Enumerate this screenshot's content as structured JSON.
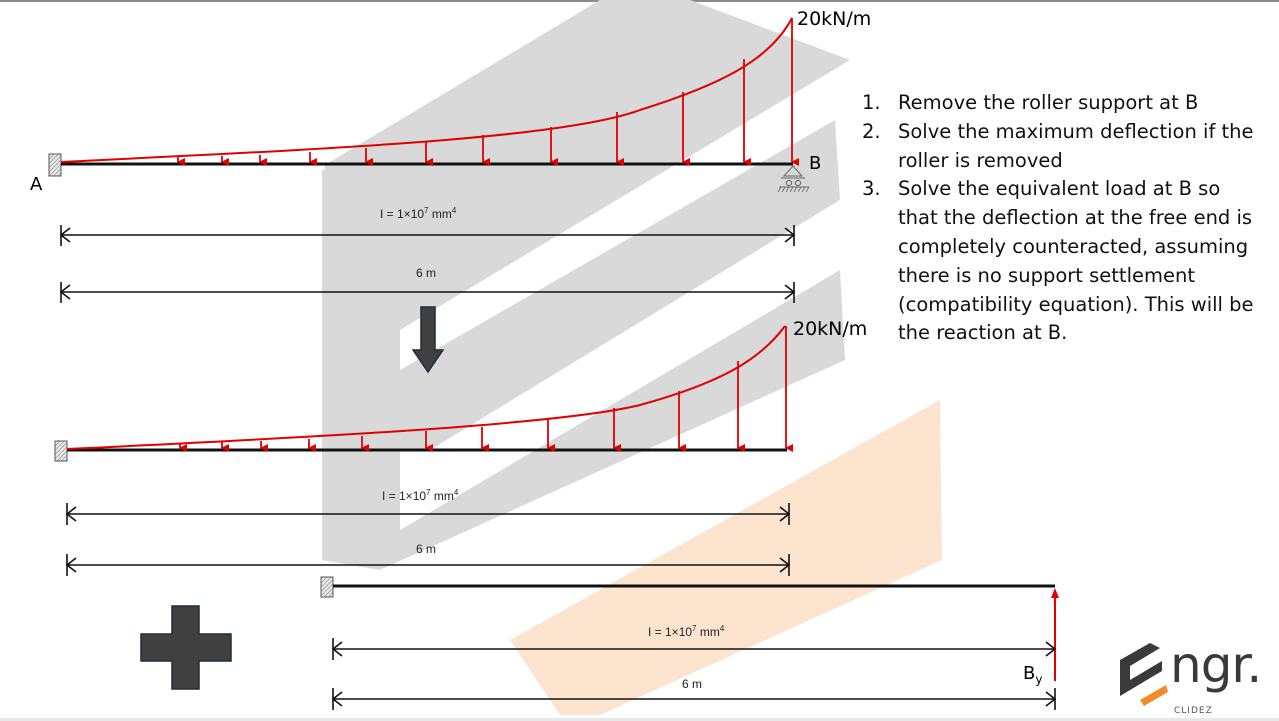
{
  "diagram": {
    "type": "structural-beam-superposition",
    "colors": {
      "load": "#e00000",
      "beam": "#111111",
      "watermark_gray": "#d9d9d9",
      "watermark_orange": "#fde4cf",
      "arrow_fill": "#404040",
      "arrow_border": "#1e2f3a",
      "logo_dark": "#3a3a3a",
      "logo_orange": "#f08a2a"
    },
    "top_beam": {
      "support_left_label": "A",
      "support_right_label": "B",
      "load_label": "20kN/m",
      "inertia_label": "I = 1×10",
      "inertia_exp": "7",
      "inertia_unit": " mm",
      "inertia_unit_exp": "4",
      "span_label": "6 m"
    },
    "middle_beam": {
      "load_label": "20kN/m",
      "inertia_label": "I = 1×10",
      "inertia_exp": "7",
      "inertia_unit": " mm",
      "inertia_unit_exp": "4",
      "span_label": "6 m"
    },
    "bottom_beam": {
      "reaction_label": "B",
      "reaction_sub": "y",
      "inertia_label": "I = 1×10",
      "inertia_exp": "7",
      "inertia_unit": " mm",
      "inertia_unit_exp": "4",
      "span_label": "6 m"
    },
    "operators": {
      "transform_arrow": "down-arrow-icon",
      "superposition": "plus-icon"
    }
  },
  "steps": [
    {
      "num": "1.",
      "text": "Remove the roller support at B"
    },
    {
      "num": "2.",
      "text": "Solve the maximum deflection if the roller is removed"
    },
    {
      "num": "3.",
      "text": "Solve the equivalent load at B so that the deflection at the free end is completely counteracted, assuming there is no support settlement (compatibility equation). This will be the reaction at B."
    }
  ],
  "logo": {
    "word": "ngr.",
    "sub": "CLIDEZ"
  }
}
